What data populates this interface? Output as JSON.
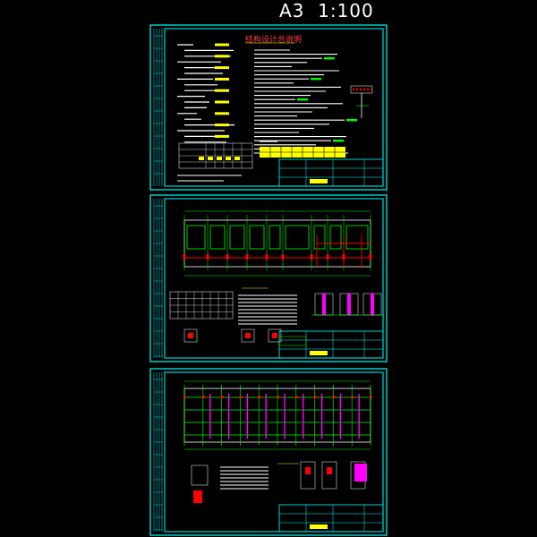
{
  "header": {
    "scale": "A3  1:100"
  },
  "sheets": [
    {
      "name": "sheet-1",
      "title": "结构设计总说明"
    },
    {
      "name": "sheet-2",
      "title": ""
    },
    {
      "name": "sheet-3",
      "title": ""
    }
  ],
  "colors": {
    "background": "#000000",
    "frame": "#00ffff",
    "text": "#ffffff",
    "highlight": "#ffff00",
    "grid": "#00ff00",
    "member": "#ff0000",
    "column": "#ff00ff"
  }
}
